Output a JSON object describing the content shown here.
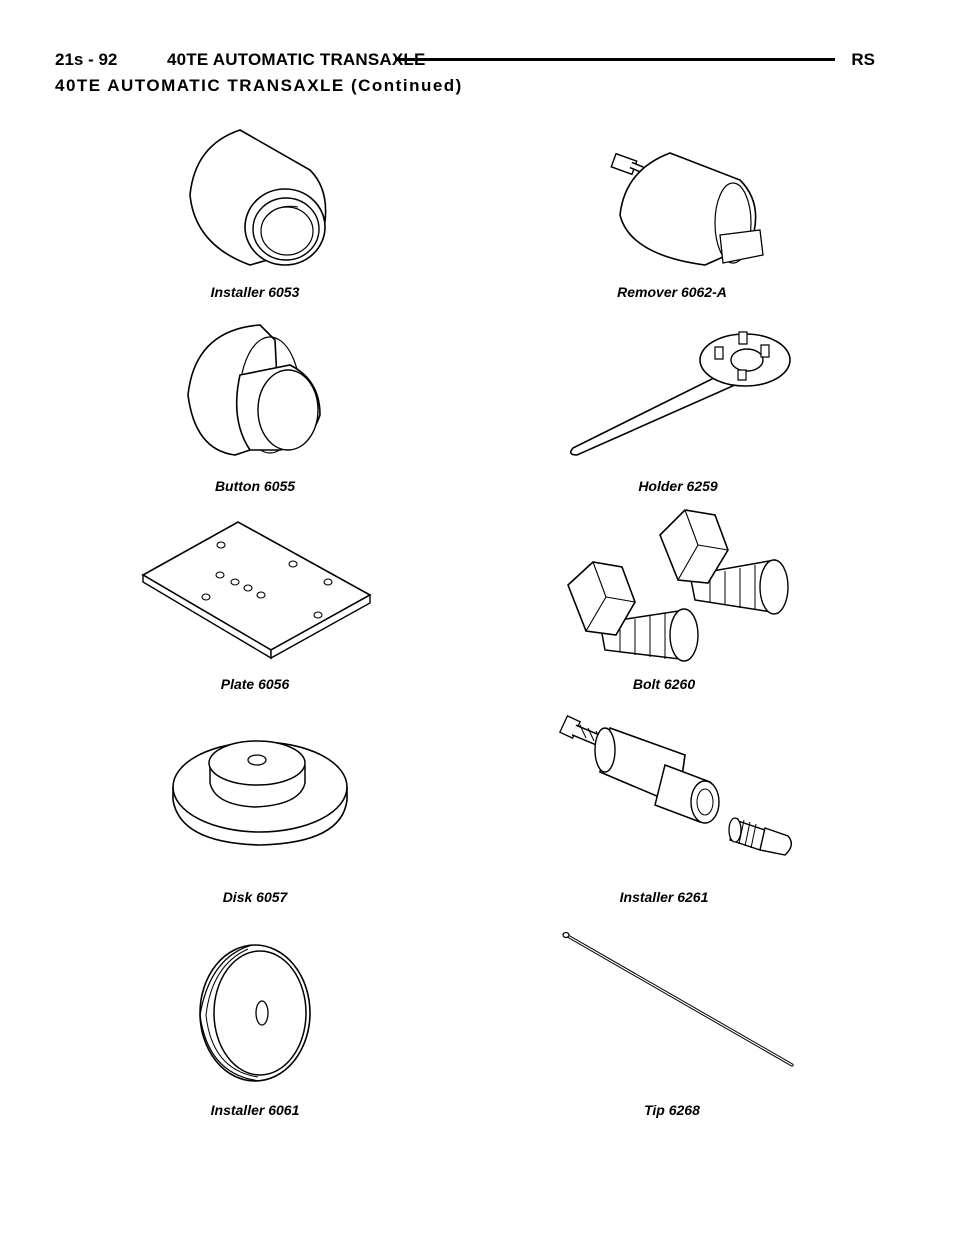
{
  "header": {
    "page_number": "21s - 92",
    "chapter_title": "40TE AUTOMATIC TRANSAXLE",
    "model_code": "RS"
  },
  "section_title": "40TE AUTOMATIC TRANSAXLE (Continued)",
  "tools": [
    {
      "caption": "Installer 6053"
    },
    {
      "caption": "Remover 6062-A"
    },
    {
      "caption": "Button 6055"
    },
    {
      "caption": "Holder 6259"
    },
    {
      "caption": "Plate 6056"
    },
    {
      "caption": "Bolt 6260"
    },
    {
      "caption": "Disk 6057"
    },
    {
      "caption": "Installer 6261"
    },
    {
      "caption": "Installer 6061"
    },
    {
      "caption": "Tip 6268"
    }
  ]
}
